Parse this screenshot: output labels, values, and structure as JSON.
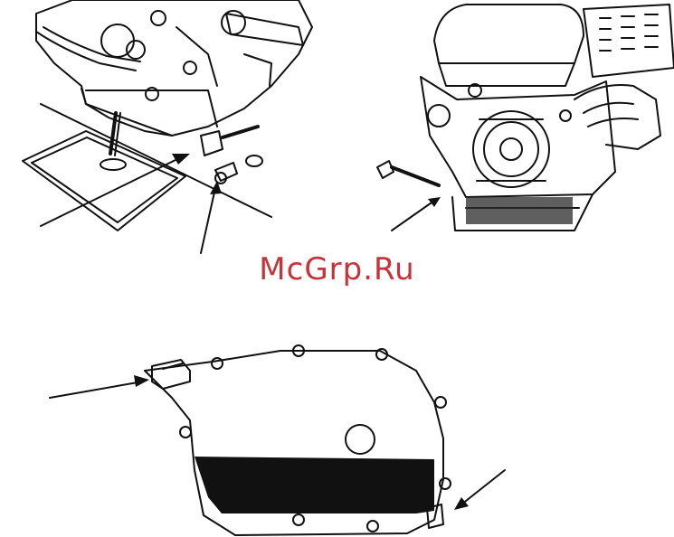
{
  "watermark": {
    "text": "McGrp.Ru",
    "color": "#c8323a"
  },
  "figures": [
    {
      "icon": "engine-drain-pan-illustration"
    },
    {
      "icon": "engine-front-drain-plug-illustration"
    },
    {
      "icon": "crankcase-cover-oil-level-illustration"
    }
  ],
  "colors": {
    "ink": "#111111",
    "background": "#ffffff"
  }
}
